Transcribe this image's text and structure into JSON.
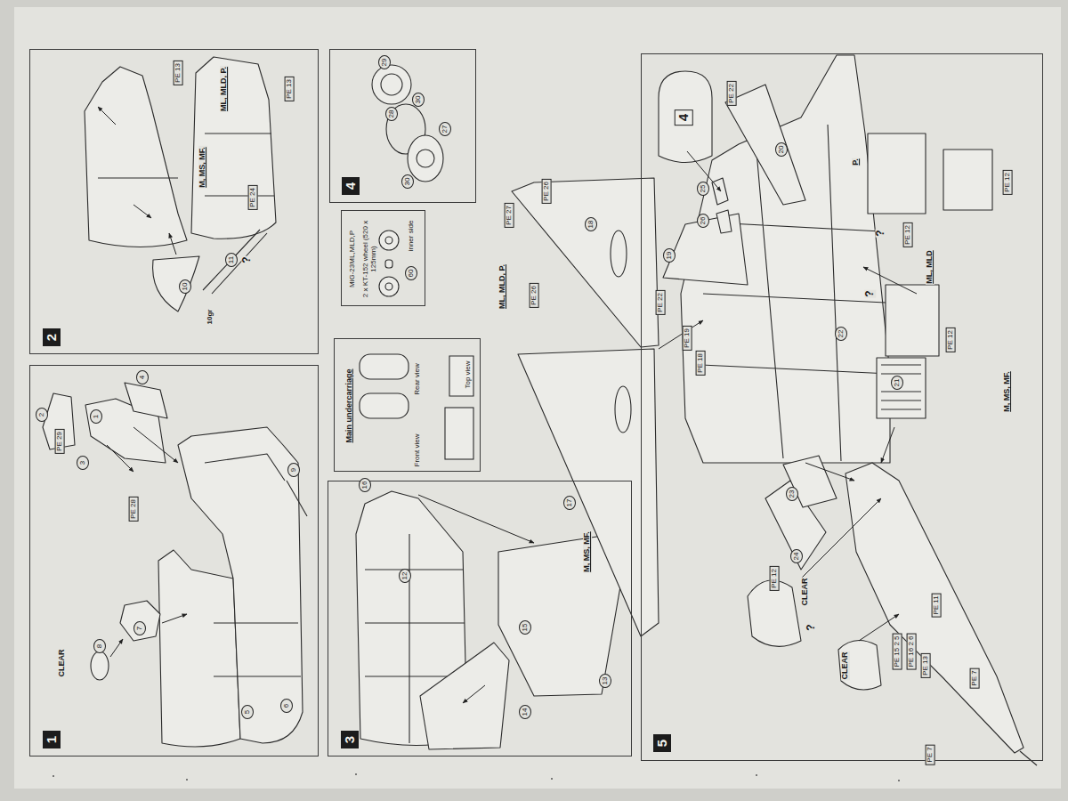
{
  "diagram": {
    "nodes": [
      {
        "text": [
          "1"
        ]
      },
      {
        "text": [
          "2"
        ]
      },
      {
        "text": [
          "4"
        ]
      },
      {
        "text": [
          "MiG-23ML,MLD,P",
          "2 x KT-152 wheel (520 x 125mm)",
          "60",
          "inner side"
        ]
      },
      {
        "text": [
          "Main undercarriage",
          "Front view",
          "Rear view",
          "Top view"
        ]
      },
      {
        "text": [
          "3"
        ]
      },
      {
        "text": [
          "5"
        ]
      }
    ],
    "labels": [
      "CLEAR",
      "8",
      "7",
      "2",
      "1",
      "4",
      "3",
      "PE 29",
      "PE 28",
      "9",
      "6",
      "5",
      "PE 13",
      "M, MS, MF.",
      "ML, MLD, P.",
      "PE 13",
      "10",
      "10gr",
      "11",
      "?",
      "PE 24",
      "29",
      "28",
      "30",
      "30",
      "27",
      "16",
      "12",
      "15",
      "14",
      "13",
      "PE 27",
      "PE 26",
      "18",
      "ML, MLD, P.",
      "PE 26",
      "17",
      "M, MS, MF.",
      "PE 22",
      "19",
      "PE 19",
      "PE 18",
      "4",
      "PE 22",
      "20",
      "25",
      "26",
      "P.",
      "PE 12",
      "?",
      "ML, MLD",
      "PE 12",
      "?",
      "22",
      "PE 12",
      "21",
      "M, MS, MF.",
      "23",
      "24",
      "PE 12",
      "CLEAR",
      "?",
      "PE 11",
      "PE 7",
      "PE 15 2 5",
      "PE 16 2 6",
      "PE 13",
      "PE 7",
      "CLEAR"
    ]
  }
}
